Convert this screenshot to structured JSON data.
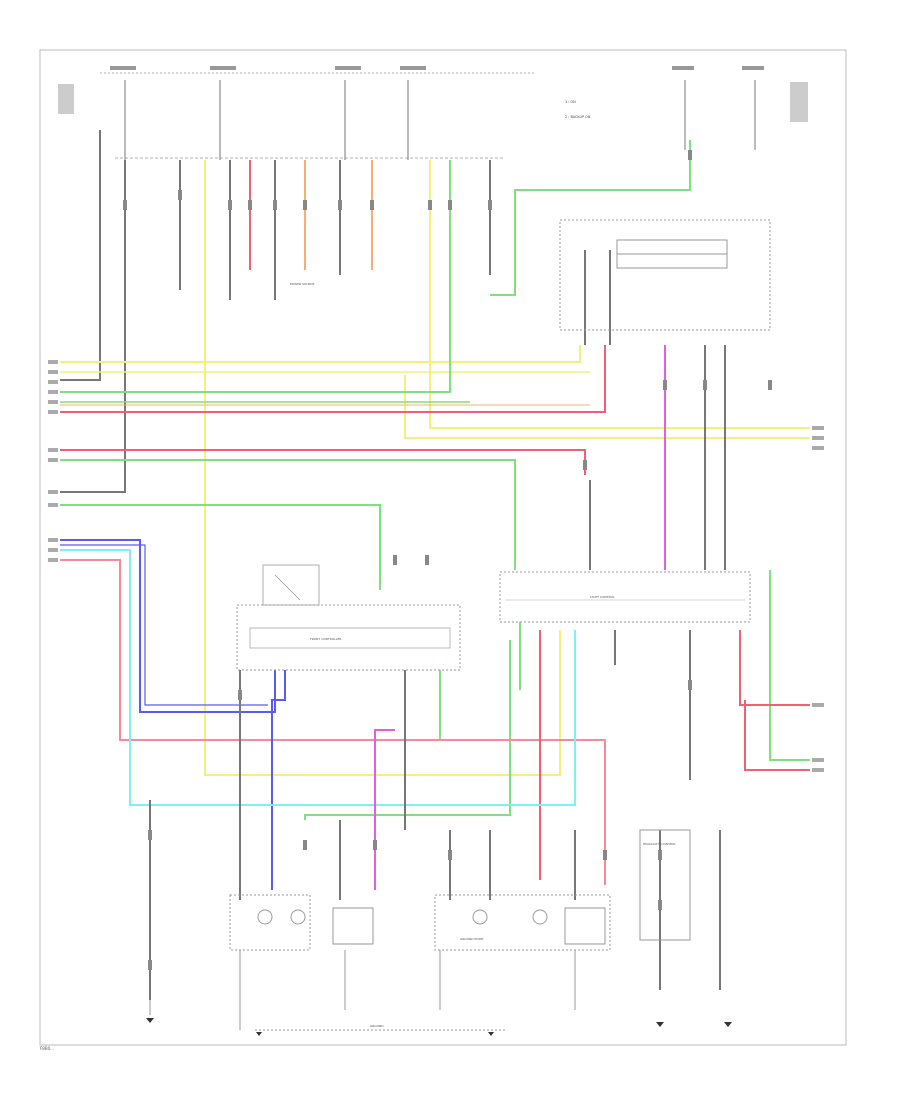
{
  "diagram": {
    "legend_line_1": "1 : ON",
    "legend_line_2": "2 : BACKUP ON",
    "block_main_label": "POWER SOURCE",
    "block_right_label": "LIGHT CONTROL",
    "block_controller_label": "FRONT CONTROLLER",
    "block_lower_right_label": "HEADLIGHT CONTROL",
    "block_gnd_label": "GROUND",
    "block_bottom_label": "GROUND POINT",
    "page_id": "F8B0..."
  },
  "wire_colors": {
    "yellow": "#f5f07a",
    "green": "#7ee07e",
    "red": "#f06070",
    "pink": "#f58a9a",
    "orange": "#f5b070",
    "blue": "#5b5bf0",
    "cyan": "#7ef0f0",
    "magenta": "#e060e0",
    "gray": "#777777",
    "black": "#222222"
  }
}
